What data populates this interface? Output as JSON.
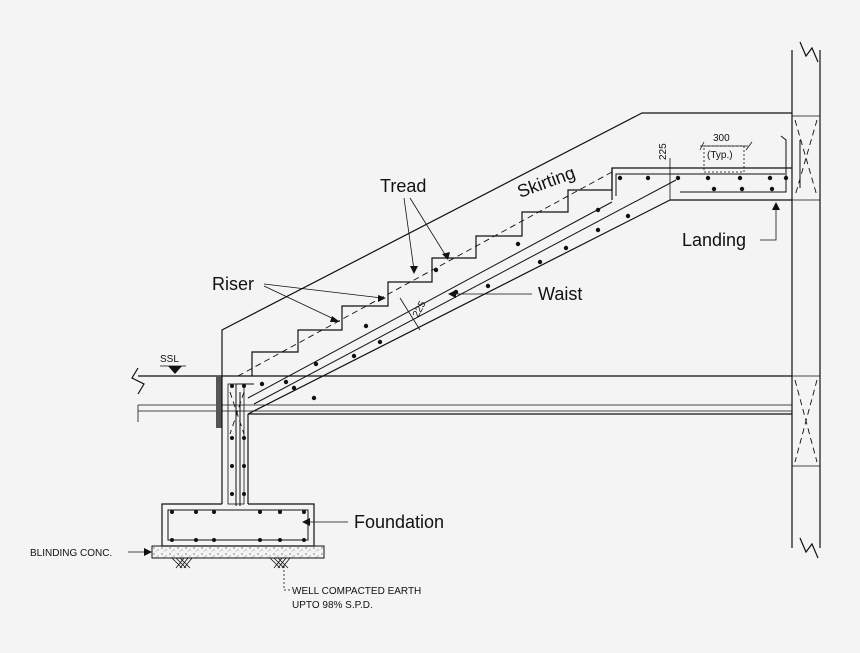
{
  "labels": {
    "tread": "Tread",
    "skirting": "Skirting",
    "riser": "Riser",
    "waist": "Waist",
    "landing": "Landing",
    "foundation": "Foundation",
    "ssl": "SSL",
    "blinding": "BLINDING CONC.",
    "earth_line1": "WELL COMPACTED EARTH",
    "earth_line2": "UPTO 98% S.P.D.",
    "dim_225_top": "225",
    "dim_300": "300",
    "dim_typ": "(Typ.)",
    "dim_225_waist": "225"
  }
}
